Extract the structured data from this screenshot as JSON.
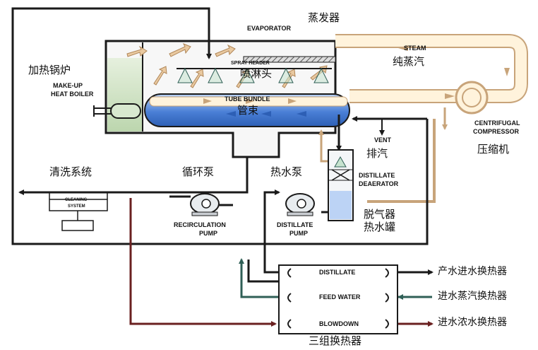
{
  "colors": {
    "black_pipe": "#1a1a1a",
    "teal_pipe": "#2f5f56",
    "steam_fill": "#fff3dc",
    "steam_border": "#c8a47a",
    "tube_blue": "#4a7fd6",
    "tube_blue_light": "#bcd3f5",
    "boiler_green": "#cfe3c4",
    "blowdown_pipe": "#6a2020",
    "vessel_fill": "#f4f6f8"
  },
  "labels": {
    "evaporator_en": "EVAPORATOR",
    "evaporator_zh": "蒸发器",
    "steam_en": "STEAM",
    "steam_zh": "纯蒸汽",
    "boiler_zh": "加热锅炉",
    "boiler_en_1": "MAKE-UP",
    "boiler_en_2": "HEAT BOILER",
    "spray_en": "SPRAY HEADER",
    "spray_zh": "喷淋头",
    "tube_en": "TUBE BUNDLE",
    "tube_zh": "管束",
    "compressor_en_1": "CENTRIFUGAL",
    "compressor_en_2": "COMPRESSOR",
    "compressor_zh": "压缩机",
    "vent_en": "VENT",
    "vent_zh": "排汽",
    "deaerator_en_1": "DISTILLATE",
    "deaerator_en_2": "DEAERATOR",
    "deaerator_zh_1": "脱气器",
    "deaerator_zh_2": "热水罐",
    "cleaning_zh": "清洗系统",
    "cleaning_en_1": "CLEANING",
    "cleaning_en_2": "SYSTEM",
    "recirc_zh": "循环泵",
    "recirc_en_1": "RECIRCULATION",
    "recirc_en_2": "PUMP",
    "hotwater_zh": "热水泵",
    "distpump_en_1": "DISTILLATE",
    "distpump_en_2": "PUMP",
    "hx_distillate": "DISTILLATE",
    "hx_feed": "FEED WATER",
    "hx_blowdown": "BLOWDOWN",
    "hx_zh": "三组换热器",
    "out_distillate_zh": "产水进水换热器",
    "out_feed_zh": "进水蒸汽换热器",
    "out_blowdown_zh": "进水浓水换热器"
  }
}
